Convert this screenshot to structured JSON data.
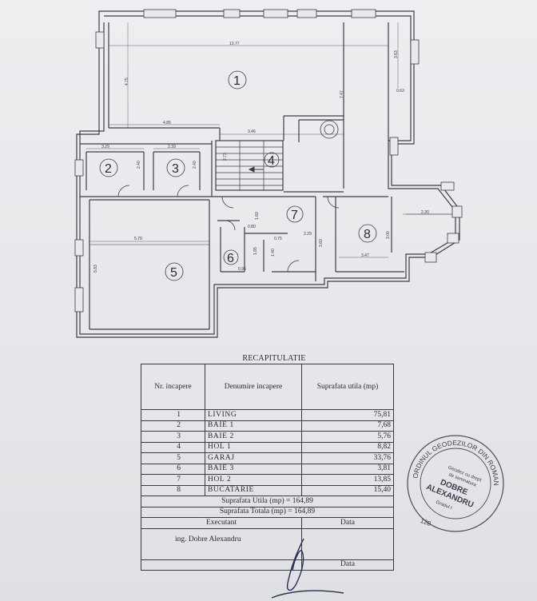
{
  "plan": {
    "dimensions": {
      "living_width": "13.77",
      "living_height_left": "4.75",
      "living_height_right": "7.47",
      "living_right_top": "3.63",
      "living_right_small": "0.63",
      "living_bottom_left": "4.85",
      "stair_width": "3.46",
      "baie1_width": "3.29",
      "baie1_height": "2.40",
      "baie2_width": "2.39",
      "baie2_height": "2.40",
      "stair_vertical": "2.73",
      "hol2_height": "1.60",
      "hol2_width": "2.29",
      "hol2_small": "0.80",
      "baie3_width": "0.75",
      "baie3_small": "1.40",
      "baie3_height": "1.85",
      "baie3_bottom": "0.96",
      "garaj_width": "5.79",
      "garaj_height": "5.83",
      "bucatarie_width": "3.47",
      "bucatarie_height": "3.00",
      "bucatarie_left": "3.60",
      "bay_width": "2.30"
    },
    "rooms": [
      "1",
      "2",
      "3",
      "4",
      "5",
      "6",
      "7",
      "8"
    ]
  },
  "recap": {
    "title": "RECAPITULATIE",
    "headers": {
      "nr": "Nr. incapere",
      "name": "Denumire incapere",
      "area": "Suprafata utila (mp)"
    },
    "rows": [
      {
        "nr": "1",
        "name": "LIVING",
        "area": "75,81"
      },
      {
        "nr": "2",
        "name": "BAIE 1",
        "area": "7,68"
      },
      {
        "nr": "3",
        "name": "BAIE 2",
        "area": "5,76"
      },
      {
        "nr": "4",
        "name": "HOL 1",
        "area": "8,82"
      },
      {
        "nr": "5",
        "name": "GARAJ",
        "area": "33,76"
      },
      {
        "nr": "6",
        "name": "BAIE 3",
        "area": "3,81"
      },
      {
        "nr": "7",
        "name": "HOL 2",
        "area": "13,85"
      },
      {
        "nr": "8",
        "name": "BUCATARIE",
        "area": "15,40"
      }
    ],
    "total_util": "Suprafata Utila (mp) =   164,89",
    "total_total": "Suprafata Totala (mp) =   164,89",
    "executant_label": "Executant",
    "data_label": "Data",
    "engineer": "ing. Dobre Alexandru",
    "data_label_2": "Data"
  },
  "stamp": {
    "outer_text": "ORDINUL GEODEZILOR DIN ROMANIA",
    "line1": "Geodez cu drept",
    "line2": "de semnatura",
    "name1": "DOBRE",
    "name2": "ALEXANDRU",
    "grade": "Gradul I",
    "number": "128"
  }
}
